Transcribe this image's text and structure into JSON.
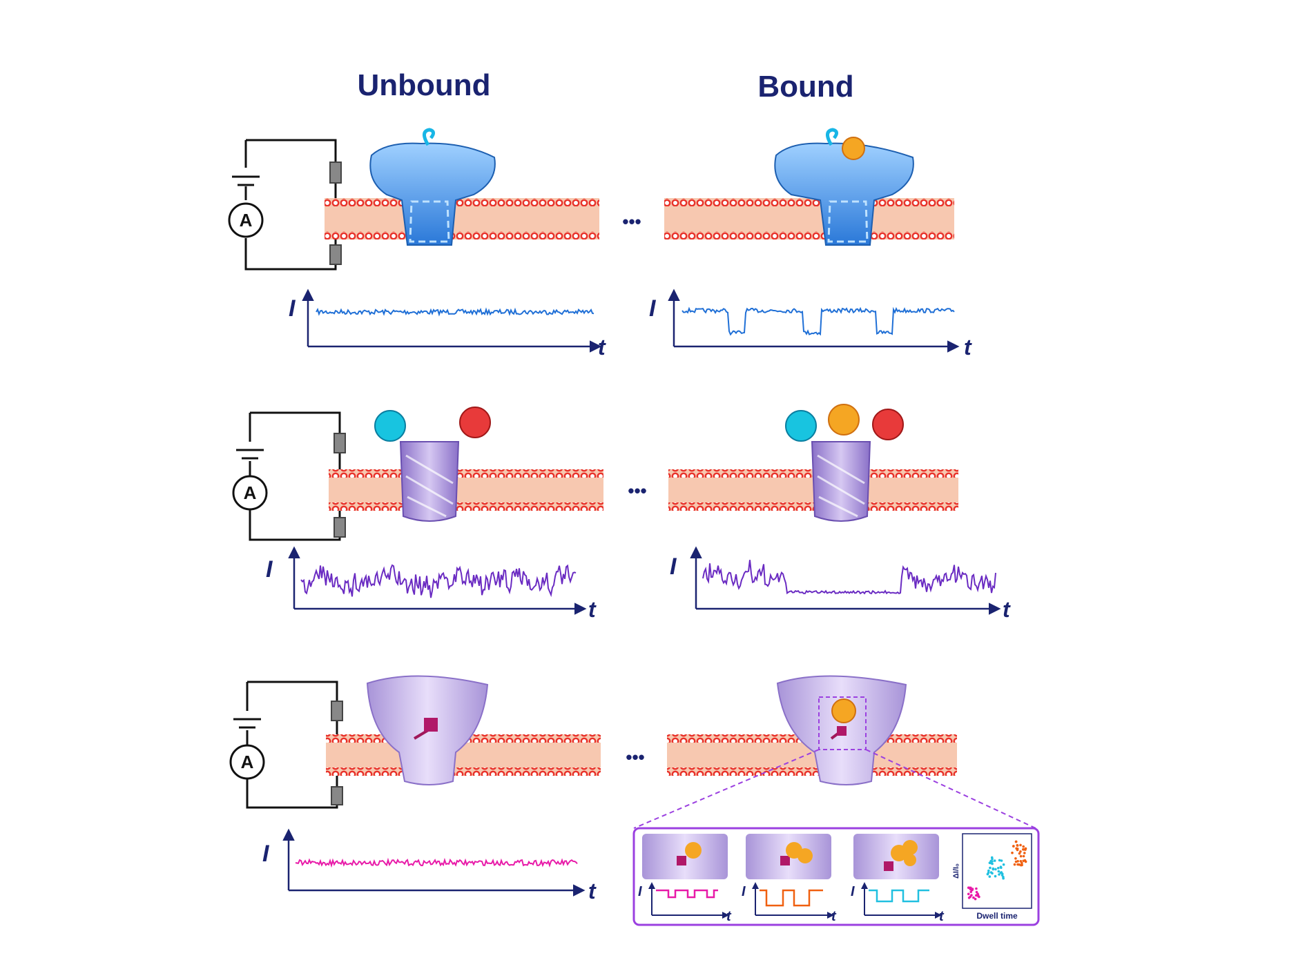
{
  "headers": {
    "left": "Unbound",
    "right": "Bound"
  },
  "labels": {
    "ammeter": "A",
    "current": "I",
    "time": "t",
    "ellipsis": "•••",
    "inset_y": "ΔI/I₀",
    "inset_x": "Dwell time"
  },
  "colors": {
    "title": "#1a2370",
    "axis": "#1a2370",
    "membrane_head": "#e8322a",
    "membrane_core": "#f7c8b0",
    "trace_row1": "#1f6fd6",
    "trace_row2": "#6a2bc2",
    "trace_row3": "#e81aa8",
    "inset_pink": "#e81aa8",
    "inset_orange": "#f06010",
    "inset_cyan": "#20c0e0",
    "inset_border": "#9b40e0"
  },
  "rows": [
    {
      "pore": "funnel-blue-icon",
      "trace": "flat",
      "bound_trace": "three-short-blockades"
    },
    {
      "pore": "barrel-purple-icon",
      "trace": "noisy",
      "bound_trace": "long-quiet-blockade"
    },
    {
      "pore": "cone-lavender-icon",
      "trace": "flat",
      "bound_trace": "inset-panel"
    }
  ]
}
